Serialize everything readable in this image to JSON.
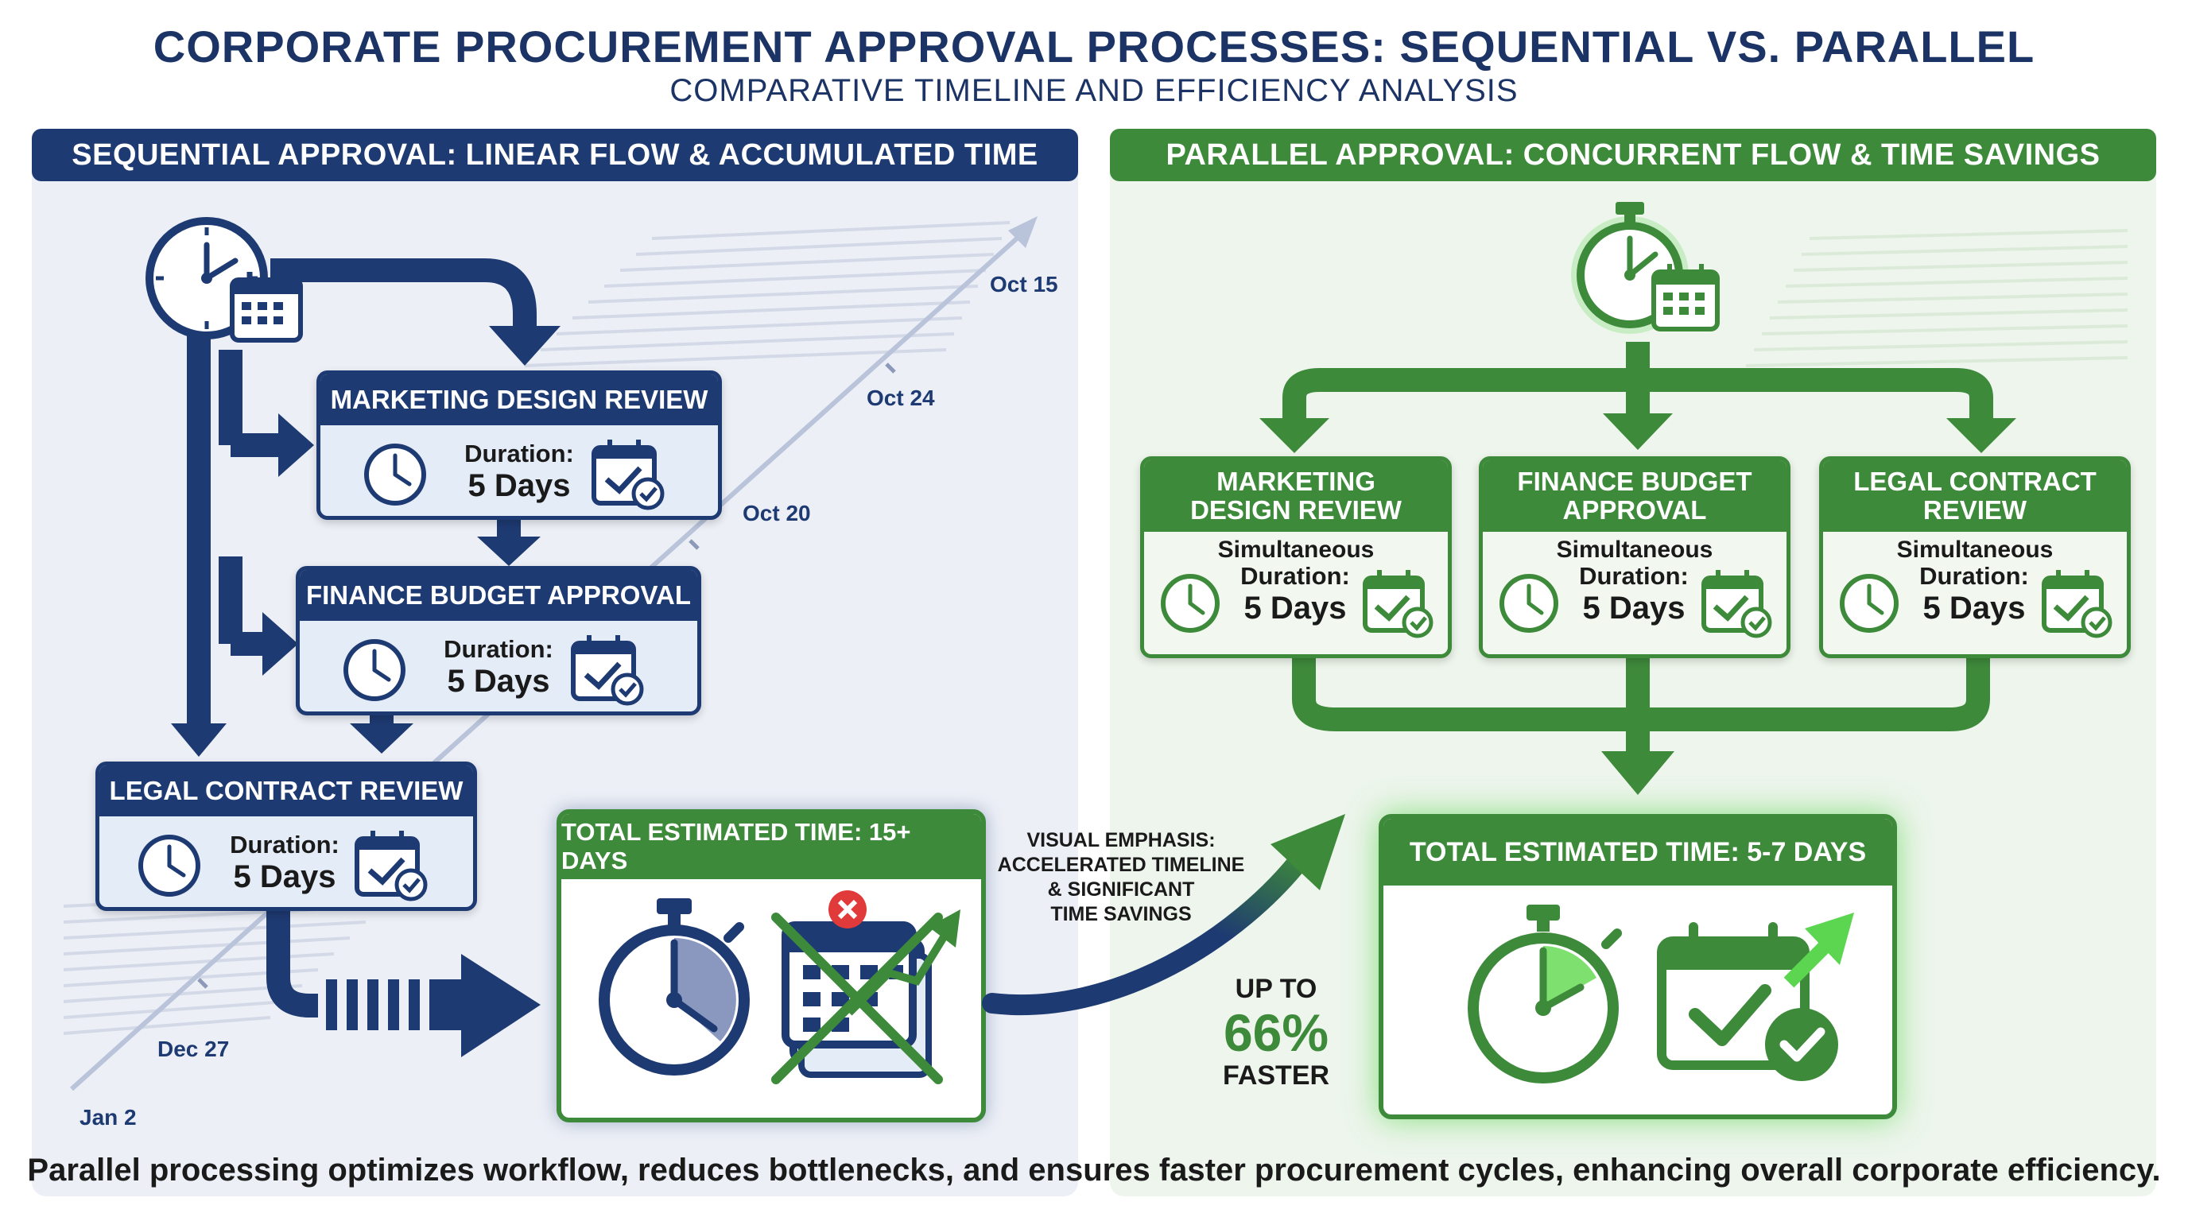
{
  "title": "CORPORATE PROCUREMENT APPROVAL PROCESSES: SEQUENTIAL VS. PARALLEL",
  "subtitle": "COMPARATIVE TIMELINE AND EFFICIENCY ANALYSIS",
  "sequential": {
    "header": "SEQUENTIAL APPROVAL: LINEAR FLOW & ACCUMULATED TIME",
    "steps": [
      {
        "title": "MARKETING DESIGN REVIEW",
        "duration_label": "Duration:",
        "duration_value": "5 Days"
      },
      {
        "title": "FINANCE BUDGET APPROVAL",
        "duration_label": "Duration:",
        "duration_value": "5 Days"
      },
      {
        "title": "LEGAL CONTRACT REVIEW",
        "duration_label": "Duration:",
        "duration_value": "5 Days"
      }
    ],
    "timeline_dates": [
      "Oct 15",
      "Oct 24",
      "Oct 20",
      "Dec 27",
      "Jan 2"
    ],
    "total": "TOTAL ESTIMATED TIME: 15+ DAYS"
  },
  "parallel": {
    "header": "PARALLEL APPROVAL: CONCURRENT FLOW & TIME SAVINGS",
    "steps": [
      {
        "title_line1": "MARKETING",
        "title_line2": "DESIGN REVIEW",
        "note": "Simultaneous",
        "duration_label": "Duration:",
        "duration_value": "5 Days"
      },
      {
        "title_line1": "FINANCE BUDGET",
        "title_line2": "APPROVAL",
        "note": "Simultaneous",
        "duration_label": "Duration:",
        "duration_value": "5 Days"
      },
      {
        "title_line1": "LEGAL CONTRACT",
        "title_line2": "REVIEW",
        "note": "Simultaneous",
        "duration_label": "Duration:",
        "duration_value": "5 Days"
      }
    ],
    "total": "TOTAL ESTIMATED TIME: 5-7 DAYS"
  },
  "emphasis": {
    "line1": "VISUAL EMPHASIS:",
    "line2": "ACCELERATED TIMELINE",
    "line3": "& SIGNIFICANT",
    "line4": "TIME SAVINGS"
  },
  "savings": {
    "prefix": "UP TO",
    "value": "66%",
    "suffix": "FASTER"
  },
  "footer": "Parallel processing optimizes workflow, reduces bottlenecks, and ensures faster procurement cycles, enhancing overall corporate efficiency.",
  "colors": {
    "navy": "#1e3a72",
    "green": "#3e8a3b",
    "bright_green": "#5cd650"
  },
  "icons": [
    "clock-icon",
    "calendar-icon",
    "calendar-check-icon",
    "stopwatch-icon",
    "trend-arrow-icon",
    "cancel-icon"
  ]
}
